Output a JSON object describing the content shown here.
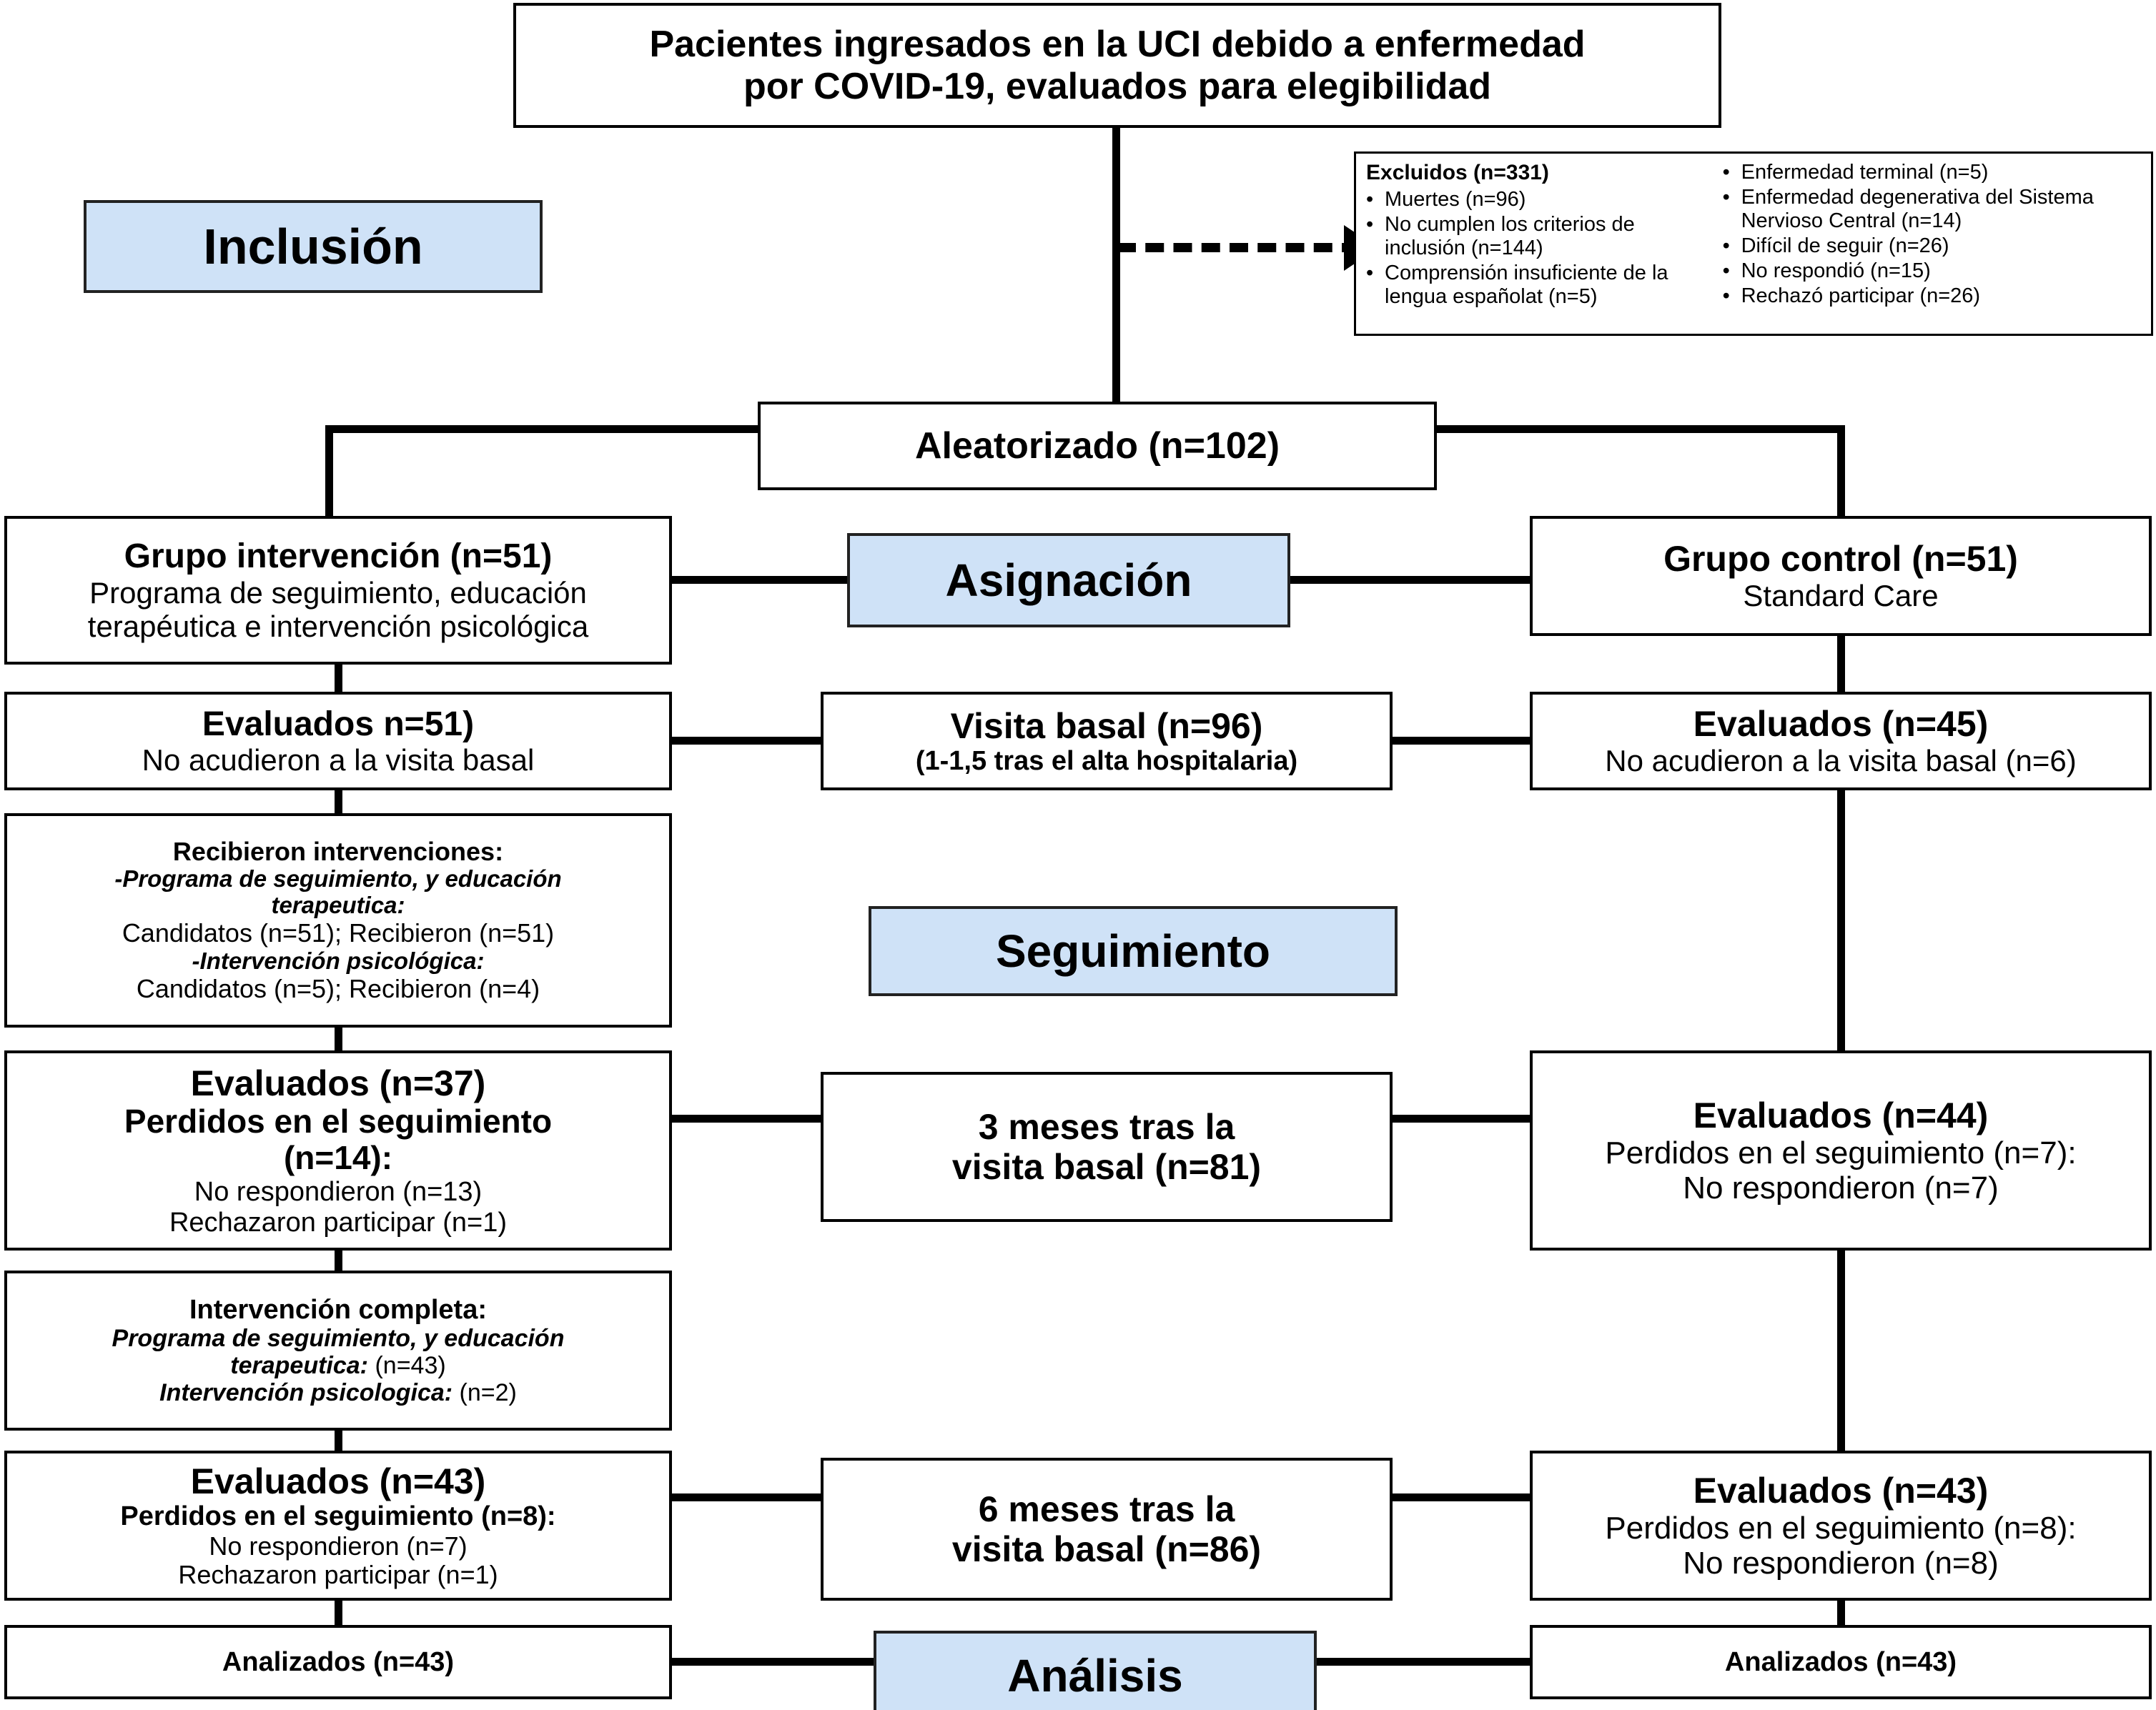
{
  "diagram": {
    "type": "consort-flow-diagram",
    "language": "es"
  },
  "top": {
    "title_line1": "Pacientes ingresados en la UCI debido a enfermedad",
    "title_line2": "por COVID-19, evaluados para elegibilidad"
  },
  "stages": {
    "inclusion": "Inclusión",
    "asignacion": "Asignación",
    "seguimiento": "Seguimiento",
    "analisis": "Análisis"
  },
  "excluded": {
    "title": "Excluidos (n=331)",
    "left_items": [
      "Muertes (n=96)",
      "No cumplen los criterios de inclusión (n=144)",
      "Comprensión insuficiente de la lengua españolat (n=5)"
    ],
    "right_items": [
      "Enfermedad terminal (n=5)",
      "Enfermedad degenerativa del Sistema Nervioso Central (n=14)",
      "Difícil de seguir (n=26)",
      "No respondió (n=15)",
      "Rechazó participar (n=26)"
    ],
    "bullet_glyph": "•"
  },
  "randomized": {
    "label": "Aleatorizado (n=102)"
  },
  "center": {
    "visita_basal_l1": "Visita basal (n=96)",
    "visita_basal_l2": "(1-1,5 tras el alta hospitalaria)",
    "tres_meses_l1": "3 meses tras la",
    "tres_meses_l2": "visita basal (n=81)",
    "seis_meses_l1": "6 meses tras la",
    "seis_meses_l2": "visita basal (n=86)"
  },
  "intervention": {
    "group_title": "Grupo intervención (n=51)",
    "group_sub1": "Programa de seguimiento, educación",
    "group_sub2": "terapéutica e intervención psicológica",
    "baseline_title": "Evaluados n=51)",
    "baseline_sub": "No acudieron a la visita basal",
    "received_title": "Recibieron intervenciones:",
    "received_it1a": "-Programa de seguimiento, y educación",
    "received_it1b": "terapeutica:",
    "received_it1_counts": "Candidatos (n=51); Recibieron (n=51)",
    "received_it2": "-Intervención psicológica:",
    "received_it2_counts": "Candidatos (n=5); Recibieron (n=4)",
    "m3_title": "Evaluados (n=37)",
    "m3_lost1": "Perdidos en el seguimiento",
    "m3_lost2": "(n=14):",
    "m3_r1": "No respondieron (n=13)",
    "m3_r2": "Rechazaron participar (n=1)",
    "complete_title": "Intervención completa:",
    "complete_it1a": "Programa de seguimiento, y educación",
    "complete_it1b_em": "terapeutica:",
    "complete_it1b_n": " (n=43)",
    "complete_it2_em": "Intervención psicologica:",
    "complete_it2_n": " (n=2)",
    "m6_title": "Evaluados (n=43)",
    "m6_lost": "Perdidos en el seguimiento (n=8):",
    "m6_r1": "No respondieron (n=7)",
    "m6_r2": "Rechazaron participar (n=1)",
    "analyzed": "Analizados (n=43)"
  },
  "control": {
    "group_title": "Grupo control (n=51)",
    "group_sub": "Standard Care",
    "baseline_title": "Evaluados (n=45)",
    "baseline_sub": "No acudieron a la visita basal (n=6)",
    "m3_title": "Evaluados (n=44)",
    "m3_lost": "Perdidos en el seguimiento (n=7):",
    "m3_r1": "No respondieron (n=7)",
    "m6_title": "Evaluados (n=43)",
    "m6_lost": "Perdidos en el seguimiento (n=8):",
    "m6_r1": "No respondieron (n=8)",
    "analyzed": "Analizados (n=43)"
  },
  "colors": {
    "stage_band_fill": "#cfe2f7",
    "stage_band_border": "#222222",
    "box_border": "#000000",
    "background": "#ffffff"
  }
}
